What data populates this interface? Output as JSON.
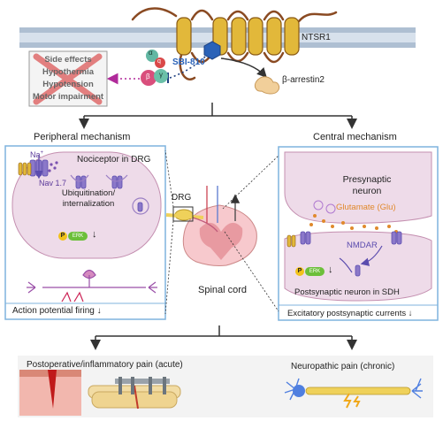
{
  "colors": {
    "membrane": "#aebfd2",
    "receptor": "#e2b83a",
    "receptor_outline": "#8a5a14",
    "loop": "#8a4a22",
    "ligand": "#2a62b8",
    "box_border": "#7fb3de",
    "cell_fill": "#eedbe9",
    "receptor_purple": "#8b78c9",
    "x_mark": "#e06b6b",
    "glutamate": "#e0892c",
    "erk_green": "#6cbf3a",
    "p_yellow": "#f2c21a",
    "spinal": "#f2b8bd",
    "axon": "#efd15a",
    "neuron": "#4f7fe0"
  },
  "receptor_label": "NTSR1",
  "ligand_label": "SBI-810",
  "arrestin_label": "β-arrestin2",
  "g_protein": {
    "alpha": "α",
    "q": "q",
    "beta": "β",
    "gamma": "γ"
  },
  "side_effects": {
    "title": "Side effects",
    "items": [
      "Hypothermia",
      "Hypotension",
      "Motor impairment"
    ]
  },
  "peripheral": {
    "title": "Peripheral mechanism",
    "cell_label": "Nociceptor in DRG",
    "na_label": "Na",
    "na_sup": "+",
    "channel_label": "Nav 1.7",
    "ubiq_line1": "Ubiquitination/",
    "ubiq_line2": "internalization",
    "p_label": "P",
    "erk_label": "ERK",
    "footer": "Action potential firing ↓"
  },
  "center": {
    "drg_label": "DRG",
    "spinal_label": "Spinal cord"
  },
  "central": {
    "title": "Central mechanism",
    "pre_line1": "Presynaptic",
    "pre_line2": "neuron",
    "glu_label": "Glutamate (Glu)",
    "nmdar_label": "NMDAR",
    "p_label": "P",
    "erk_label": "ERK",
    "post_label": "Postsynaptic neuron in SDH",
    "footer": "Excitatory postsynaptic currents ↓"
  },
  "outcomes": {
    "acute": "Postoperative/inflammatory pain (acute)",
    "chronic": "Neuropathic pain (chronic)"
  }
}
